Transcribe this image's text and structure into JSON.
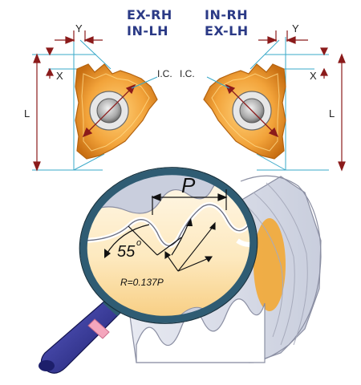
{
  "header": {
    "col_left_line1": "EX-RH",
    "col_left_line2": "IN-LH",
    "col_right_line1": "IN-RH",
    "col_right_line2": "EX-LH"
  },
  "dimensions": {
    "y_left": "Y",
    "x_left": "X",
    "l_left": "L",
    "ic_left": "I.C.",
    "y_right": "Y",
    "x_right": "X",
    "l_right": "L",
    "ic_right": "I.C."
  },
  "thread_profile": {
    "pitch_label": "P",
    "angle_label": "55",
    "angle_unit": "o",
    "radius_label": "R=0.137P"
  },
  "colors": {
    "insert_fill": "#f2a33a",
    "insert_dark": "#c96f12",
    "header_text": "#2b3a86",
    "dim_line": "#8b1b1b",
    "ext_line": "#3aa9c9",
    "magnifier_ring": "#2f5c73",
    "handle": "#2d2f8c",
    "handle_band": "#f4a6bd",
    "workpiece": "#dcdfe9"
  }
}
